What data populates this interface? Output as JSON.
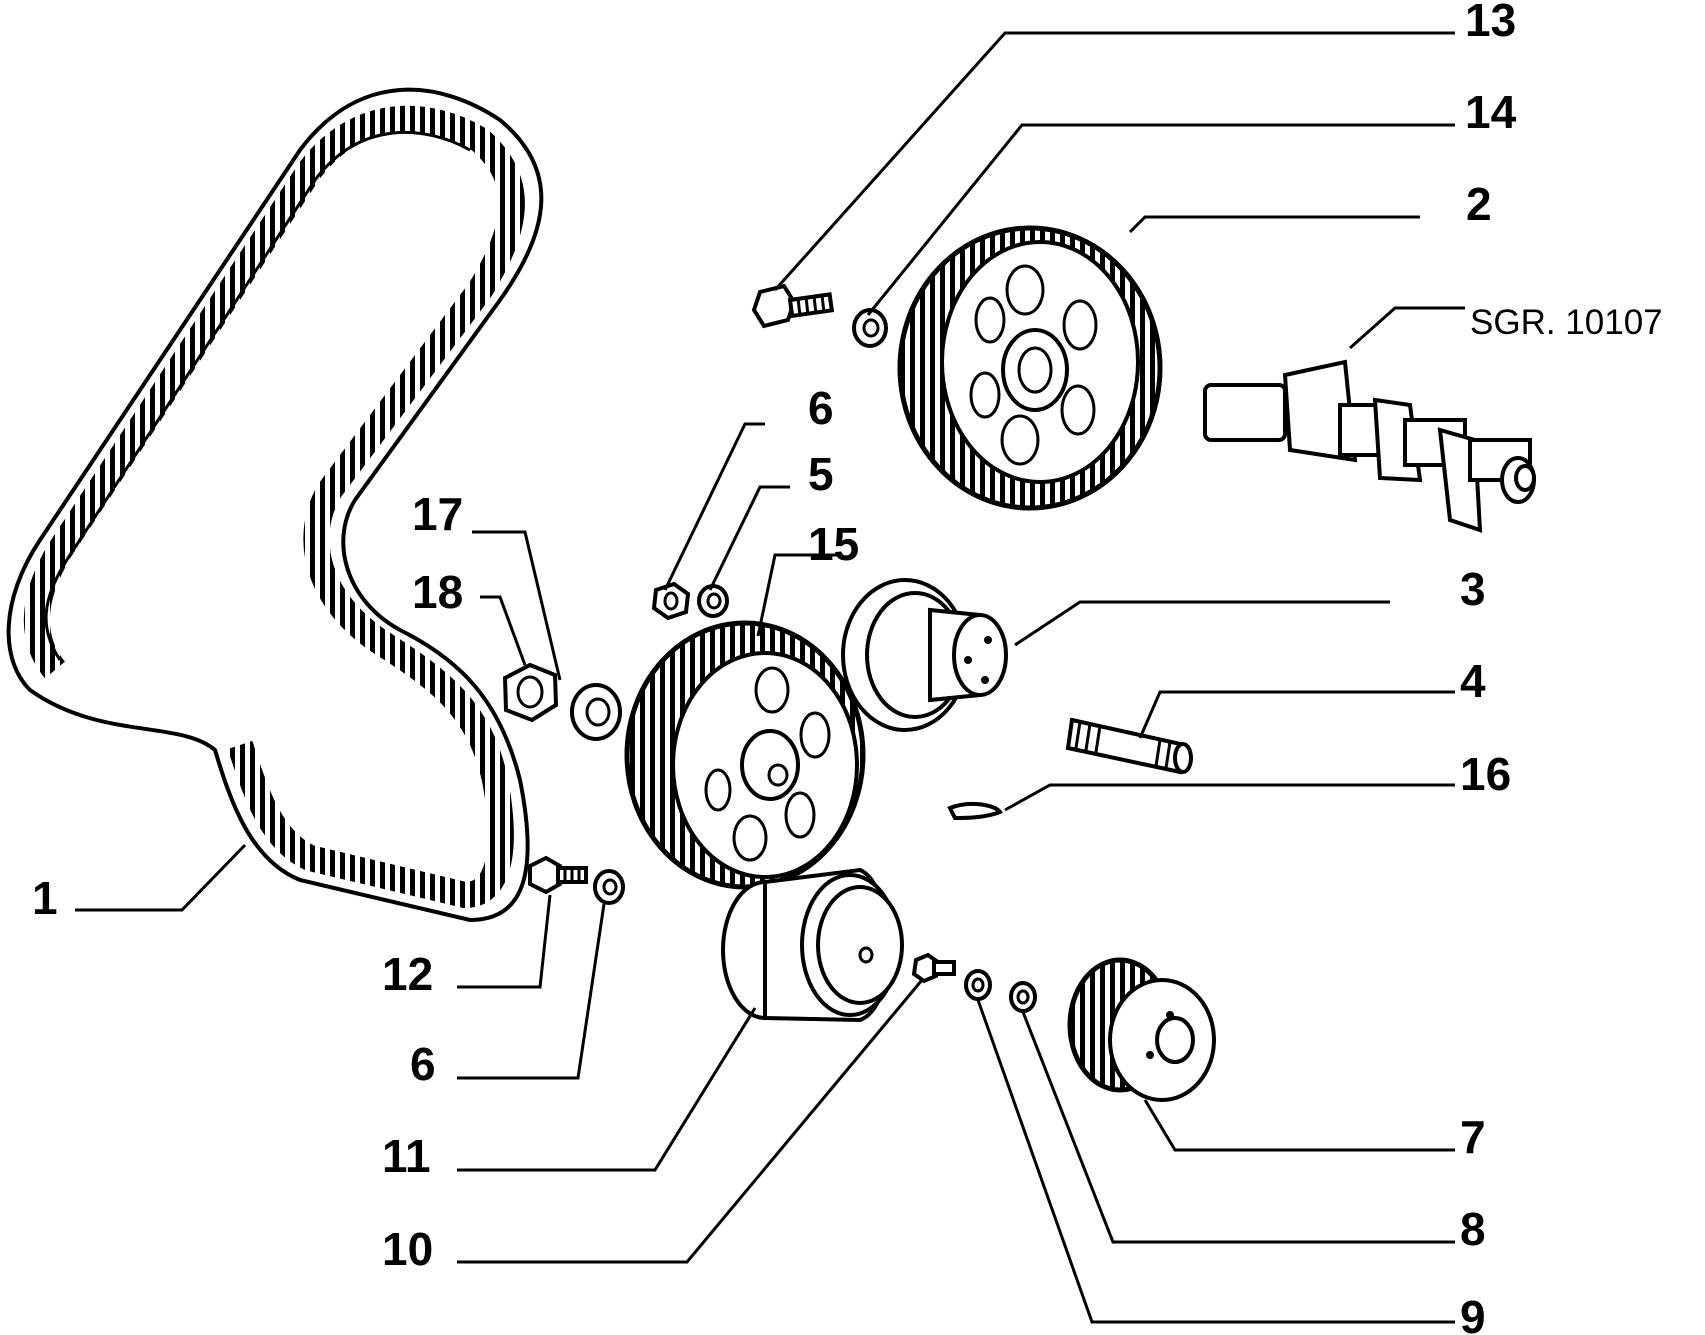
{
  "labels": {
    "l1": "1",
    "l2": "2",
    "l3": "3",
    "l4": "4",
    "l5": "5",
    "l6a": "6",
    "l6b": "6",
    "l7": "7",
    "l8": "8",
    "l9": "9",
    "l10": "10",
    "l11": "11",
    "l12": "12",
    "l13": "13",
    "l14": "14",
    "l15": "15",
    "l16": "16",
    "l17": "17",
    "l18": "18"
  },
  "reference": "SGR. 10107"
}
